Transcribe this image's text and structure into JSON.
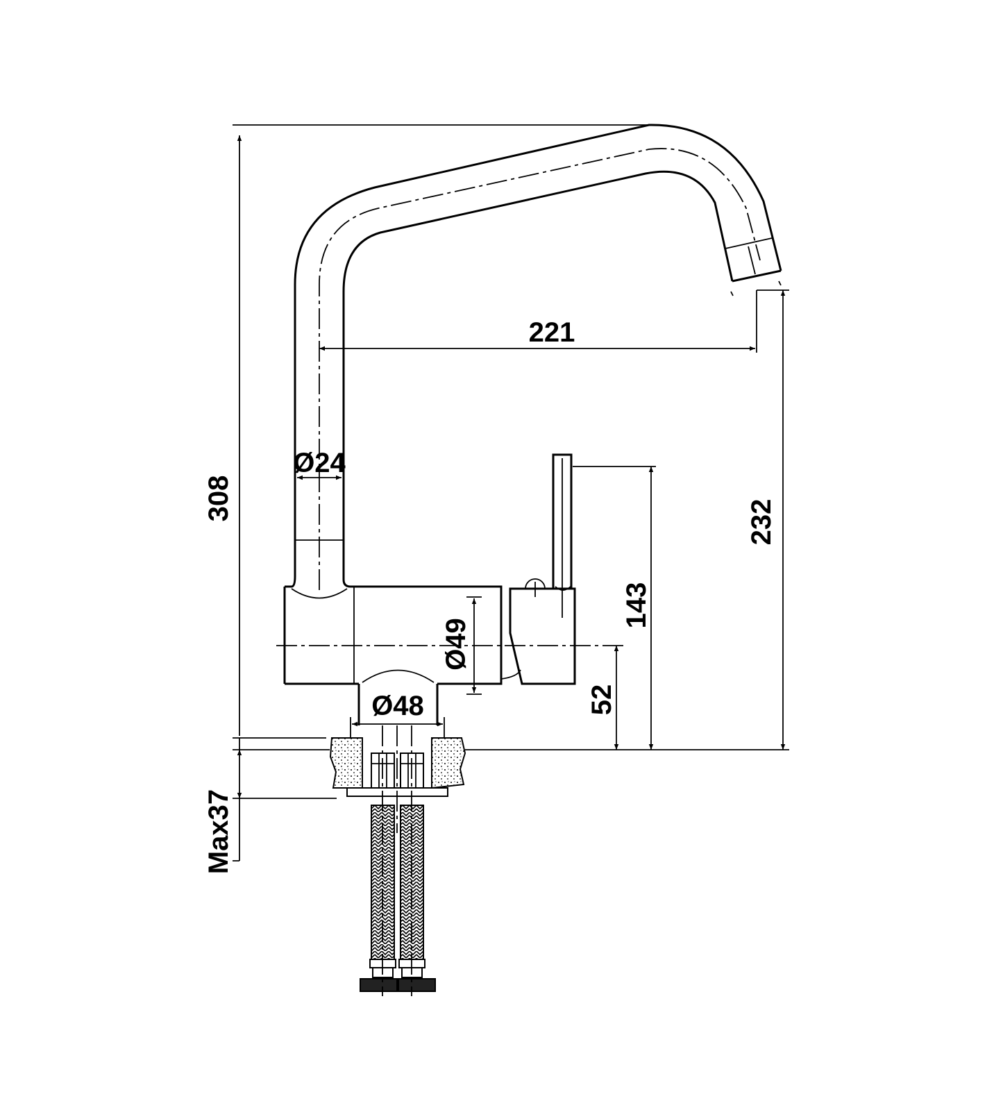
{
  "drawing": {
    "title": "Kitchen faucet dimension drawing",
    "units": "mm",
    "stroke_color": "#000000",
    "background_color": "#ffffff"
  },
  "dimensions": {
    "total_height": "308",
    "spout_reach": "221",
    "spout_outlet_height": "232",
    "handle_height": "143",
    "body_axis_height": "52",
    "spout_tube_diameter": "Ø24",
    "body_diameter": "Ø49",
    "base_diameter": "Ø48",
    "max_countertop_thickness": "Max37"
  }
}
